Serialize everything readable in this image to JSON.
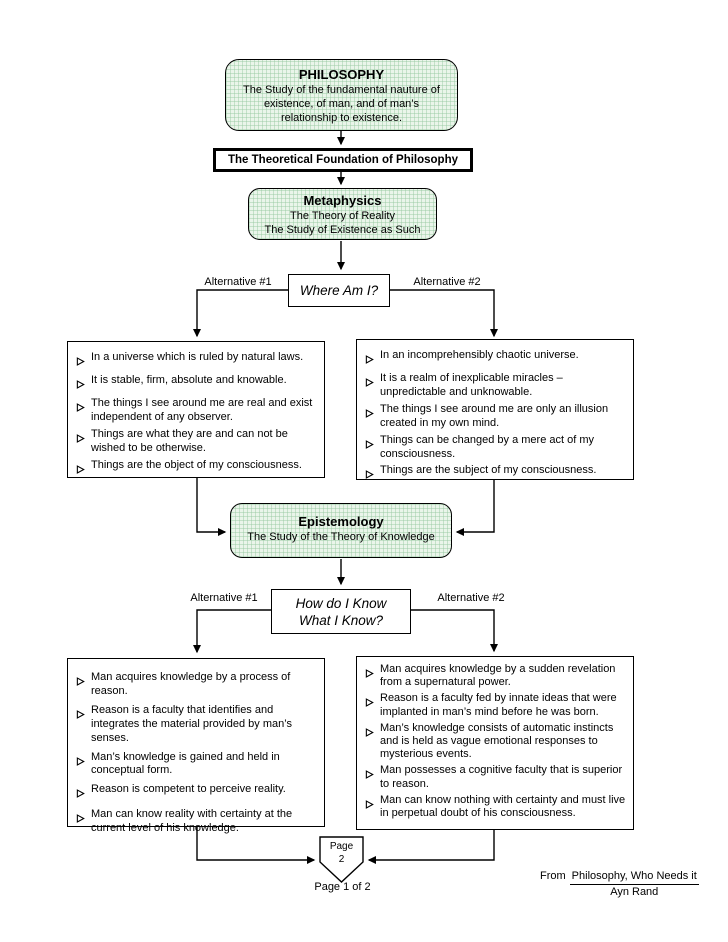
{
  "colors": {
    "box_fill": "#eaf5ea",
    "box_grid": "#c9e2c9",
    "line": "#000000"
  },
  "philosophy": {
    "title": "PHILOSOPHY",
    "subtitle_lines": [
      "The Study of the fundamental nauture of",
      "existence, of man, and of man’s",
      "relationship to existence."
    ]
  },
  "foundation": {
    "label": "The Theoretical Foundation of Philosophy"
  },
  "metaphysics": {
    "title": "Metaphysics",
    "subtitle_lines": [
      "The Theory of Reality",
      "The Study of Existence as Such"
    ],
    "question": "Where Am I?",
    "alt1_label": "Alternative #1",
    "alt2_label": "Alternative #2",
    "alt1_items": [
      "In a universe which is ruled by natural laws.",
      "It is stable, firm, absolute and knowable.",
      "The things I see around me are real and exist independent of any observer.",
      "Things are what they are and can not be wished to be otherwise.",
      "Things are the object of my consciousness."
    ],
    "alt2_items": [
      "In an incomprehensibly chaotic universe.",
      "It is a realm of inexplicable miracles – unpredictable and unknowable.",
      "The things I see around me are only an illusion created in my own mind.",
      "Things can be changed by a mere act of my consciousness.",
      "Things are the subject of my consciousness."
    ]
  },
  "epistemology": {
    "title": "Epistemology",
    "subtitle_lines": [
      "The Study of the Theory of Knowledge"
    ],
    "question_lines": [
      "How do I Know",
      "What I Know?"
    ],
    "alt1_label": "Alternative #1",
    "alt2_label": "Alternative #2",
    "alt1_items": [
      "Man acquires knowledge by a process of reason.",
      "Reason is a faculty that identifies and integrates the material provided by man’s senses.",
      "Man’s knowledge is gained and held in conceptual form.",
      "Reason is competent to perceive reality.",
      "Man can know reality with certainty at the current level of his knowledge."
    ],
    "alt2_items": [
      "Man acquires knowledge by a sudden revelation from a supernatural power.",
      "Reason is a faculty fed by innate ideas that were implanted in man’s mind before he was born.",
      "Man’s knowledge consists of automatic instincts and is held as vague emotional responses to mysterious events.",
      "Man possesses a cognitive faculty that is superior to reason.",
      "Man can know nothing with certainty and must live in perpetual doubt of his consciousness."
    ]
  },
  "footer": {
    "connector_line1": "Page",
    "connector_line2": "2",
    "page_label": "Page 1 of 2",
    "source_prefix": "From",
    "source_title": "Philosophy, Who Needs it",
    "source_author": "Ayn Rand"
  }
}
